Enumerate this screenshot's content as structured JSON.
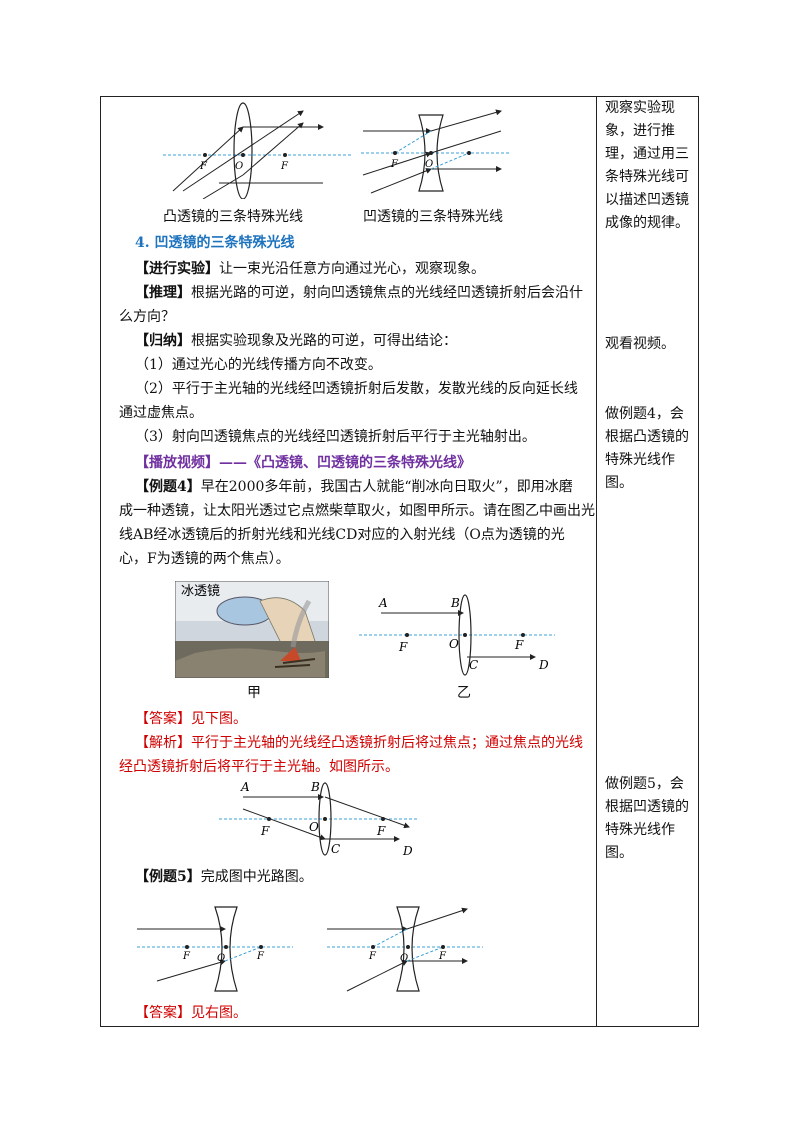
{
  "figures_top": {
    "convex_caption": "凸透镜的三条特殊光线",
    "concave_caption": "凹透镜的三条特殊光线",
    "label_F": "F",
    "label_O": "O"
  },
  "section4": {
    "heading": "4. 凹透镜的三条特殊光线",
    "experiment_tag": "【进行实验】",
    "experiment_text": "让一束光沿任意方向通过光心，观察现象。",
    "reason_tag": "【推理】",
    "reason_text_1": "根据光路的可逆，射向凹透镜焦点的光线经凹透镜折射后会沿什",
    "reason_text_2": "么方向？",
    "conclusion_tag": "【归纳】",
    "conclusion_text": "根据实验现象及光路的可逆，可得出结论：",
    "point1": "（1）通过光心的光线传播方向不改变。",
    "point2_a": "（2）平行于主光轴的光线经凹透镜折射后发散，发散光线的反向延长线",
    "point2_b": "通过虚焦点。",
    "point3": "（3）射向凹透镜焦点的光线经凹透镜折射后平行于主光轴射出。",
    "video": "【播放视频】——《凸透镜、凹透镜的三条特殊光线》"
  },
  "example4": {
    "tag": "【例题4】",
    "line1": "早在2000多年前，我国古人就能“削冰向日取火”，即用冰磨",
    "line2": "成一种透镜，让太阳光透过它点燃柴草取火，如图甲所示。请在图乙中画出光",
    "line3": "线AB经冰透镜后的折射光线和光线CD对应的入射光线（O点为透镜的光",
    "line4": "心，F为透镜的两个焦点）。",
    "photo_label": "冰透镜",
    "caption_jia": "甲",
    "caption_yi": "乙",
    "label_A": "A",
    "label_B": "B",
    "label_C": "C",
    "label_D": "D",
    "label_F": "F",
    "label_O": "O",
    "answer": "【答案】见下图。",
    "analysis_1": "【解析】平行于主光轴的光线经凸透镜折射后将过焦点；通过焦点的光线",
    "analysis_2": "经凸透镜折射后将平行于主光轴。如图所示。"
  },
  "example5": {
    "tag": "【例题5】",
    "text": "完成图中光路图。",
    "label_F": "F",
    "label_O": "O",
    "answer": "【答案】见右图。"
  },
  "side_notes": {
    "note1": "观察实验现象，进行推理，通过用三条特殊光线可以描述凹透镜成像的规律。",
    "note2": "观看视频。",
    "note3": "做例题4，会根据凸透镜的特殊光线作图。",
    "note4": "做例题5，会根据凹透镜的特殊光线作图。"
  }
}
